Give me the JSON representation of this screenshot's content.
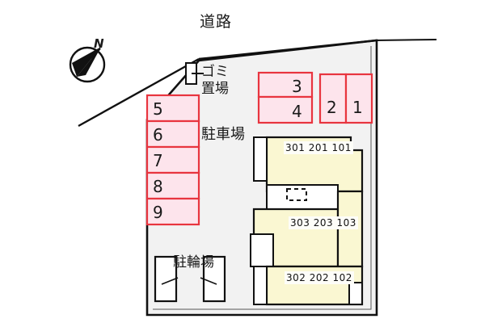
{
  "plan": {
    "title": "apartment-site-plan",
    "colors": {
      "site_fill": "#f2f2f2",
      "building_fill": "#faf7d2",
      "parking_fill": "#fde4ec",
      "parking_stroke": "#e8353f",
      "outline": "#111111",
      "white": "#ffffff"
    },
    "road_label": "道路",
    "north_marker": "N",
    "garbage_label": "ゴミ\n置場",
    "parking_area_label": "駐車場",
    "bicycle_area_label": "駐輪場",
    "parking_stalls": [
      {
        "id": "stall-1",
        "label": "1"
      },
      {
        "id": "stall-2",
        "label": "2"
      },
      {
        "id": "stall-3",
        "label": "3"
      },
      {
        "id": "stall-4",
        "label": "4"
      },
      {
        "id": "stall-5",
        "label": "5"
      },
      {
        "id": "stall-6",
        "label": "6"
      },
      {
        "id": "stall-7",
        "label": "7"
      },
      {
        "id": "stall-8",
        "label": "8"
      },
      {
        "id": "stall-9",
        "label": "9"
      }
    ],
    "building_units": [
      {
        "id": "unit-block-a",
        "rooms": "301\n201\n101"
      },
      {
        "id": "unit-block-b",
        "rooms": "303\n203\n103"
      },
      {
        "id": "unit-block-c",
        "rooms": "302\n202\n102"
      }
    ]
  }
}
